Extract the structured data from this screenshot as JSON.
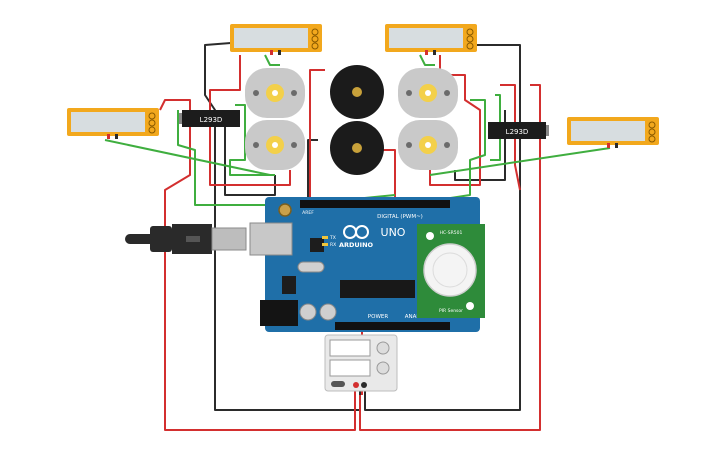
{
  "colors": {
    "wire_red": "#d32f2f",
    "wire_black": "#2b2b2b",
    "wire_green": "#3fae3f",
    "board": "#1f6fa8",
    "board_dark": "#19598a",
    "pir": "#2e8b3a",
    "meter_frame": "#f2a81d",
    "meter_screen": "#d7dde0",
    "motor": "#c9c9c9",
    "motor_hub": "#f3d04a",
    "chip": "#1c1c1c",
    "buzzer": "#1b1b1b",
    "usb": "#2a2a2a",
    "battery": "#e9e9e9"
  },
  "driver_labels": {
    "left": "L293D",
    "right": "L293D"
  },
  "arduino": {
    "brand": "ARDUINO",
    "model": "UNO",
    "digital_label": "DIGITAL (PWM~)",
    "power_label": "POWER",
    "analog_label": "ANALOG IN",
    "aref_label": "AREF",
    "tx_label": "TX",
    "rx_label": "RX"
  },
  "pir": {
    "label_top": "HC-SR501",
    "label_bottom": "PIR Sensor"
  }
}
